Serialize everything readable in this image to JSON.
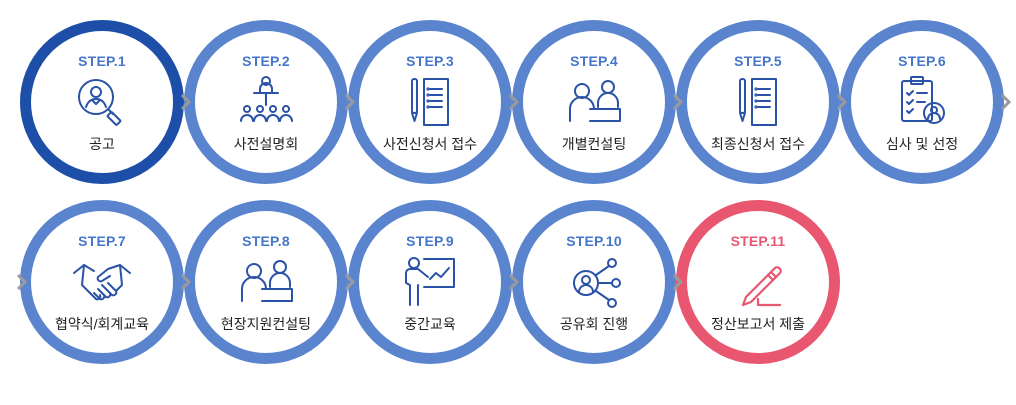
{
  "steps": [
    {
      "label": "STEP.1",
      "name": "공고",
      "icon": "search-person-icon"
    },
    {
      "label": "STEP.2",
      "name": "사전설명회",
      "icon": "presentation-audience-icon"
    },
    {
      "label": "STEP.3",
      "name": "사전신청서 접수",
      "icon": "pen-document-icon"
    },
    {
      "label": "STEP.4",
      "name": "개별컨설팅",
      "icon": "consulting-people-icon"
    },
    {
      "label": "STEP.5",
      "name": "최종신청서 접수",
      "icon": "pen-document-icon"
    },
    {
      "label": "STEP.6",
      "name": "심사 및 선정",
      "icon": "clipboard-review-icon"
    },
    {
      "label": "STEP.7",
      "name": "협약식/회계교육",
      "icon": "handshake-icon"
    },
    {
      "label": "STEP.8",
      "name": "현장지원컨설팅",
      "icon": "consulting-people-icon"
    },
    {
      "label": "STEP.9",
      "name": "중간교육",
      "icon": "presenter-chart-icon"
    },
    {
      "label": "STEP.10",
      "name": "공유회 진행",
      "icon": "network-share-icon"
    },
    {
      "label": "STEP.11",
      "name": "정산보고서 제출",
      "icon": "pencil-edit-icon"
    }
  ],
  "colors": {
    "ring": "#5b84cf",
    "active": "#1d4fa8",
    "final": "#e8566f",
    "arrow": "#9a9a9a"
  }
}
